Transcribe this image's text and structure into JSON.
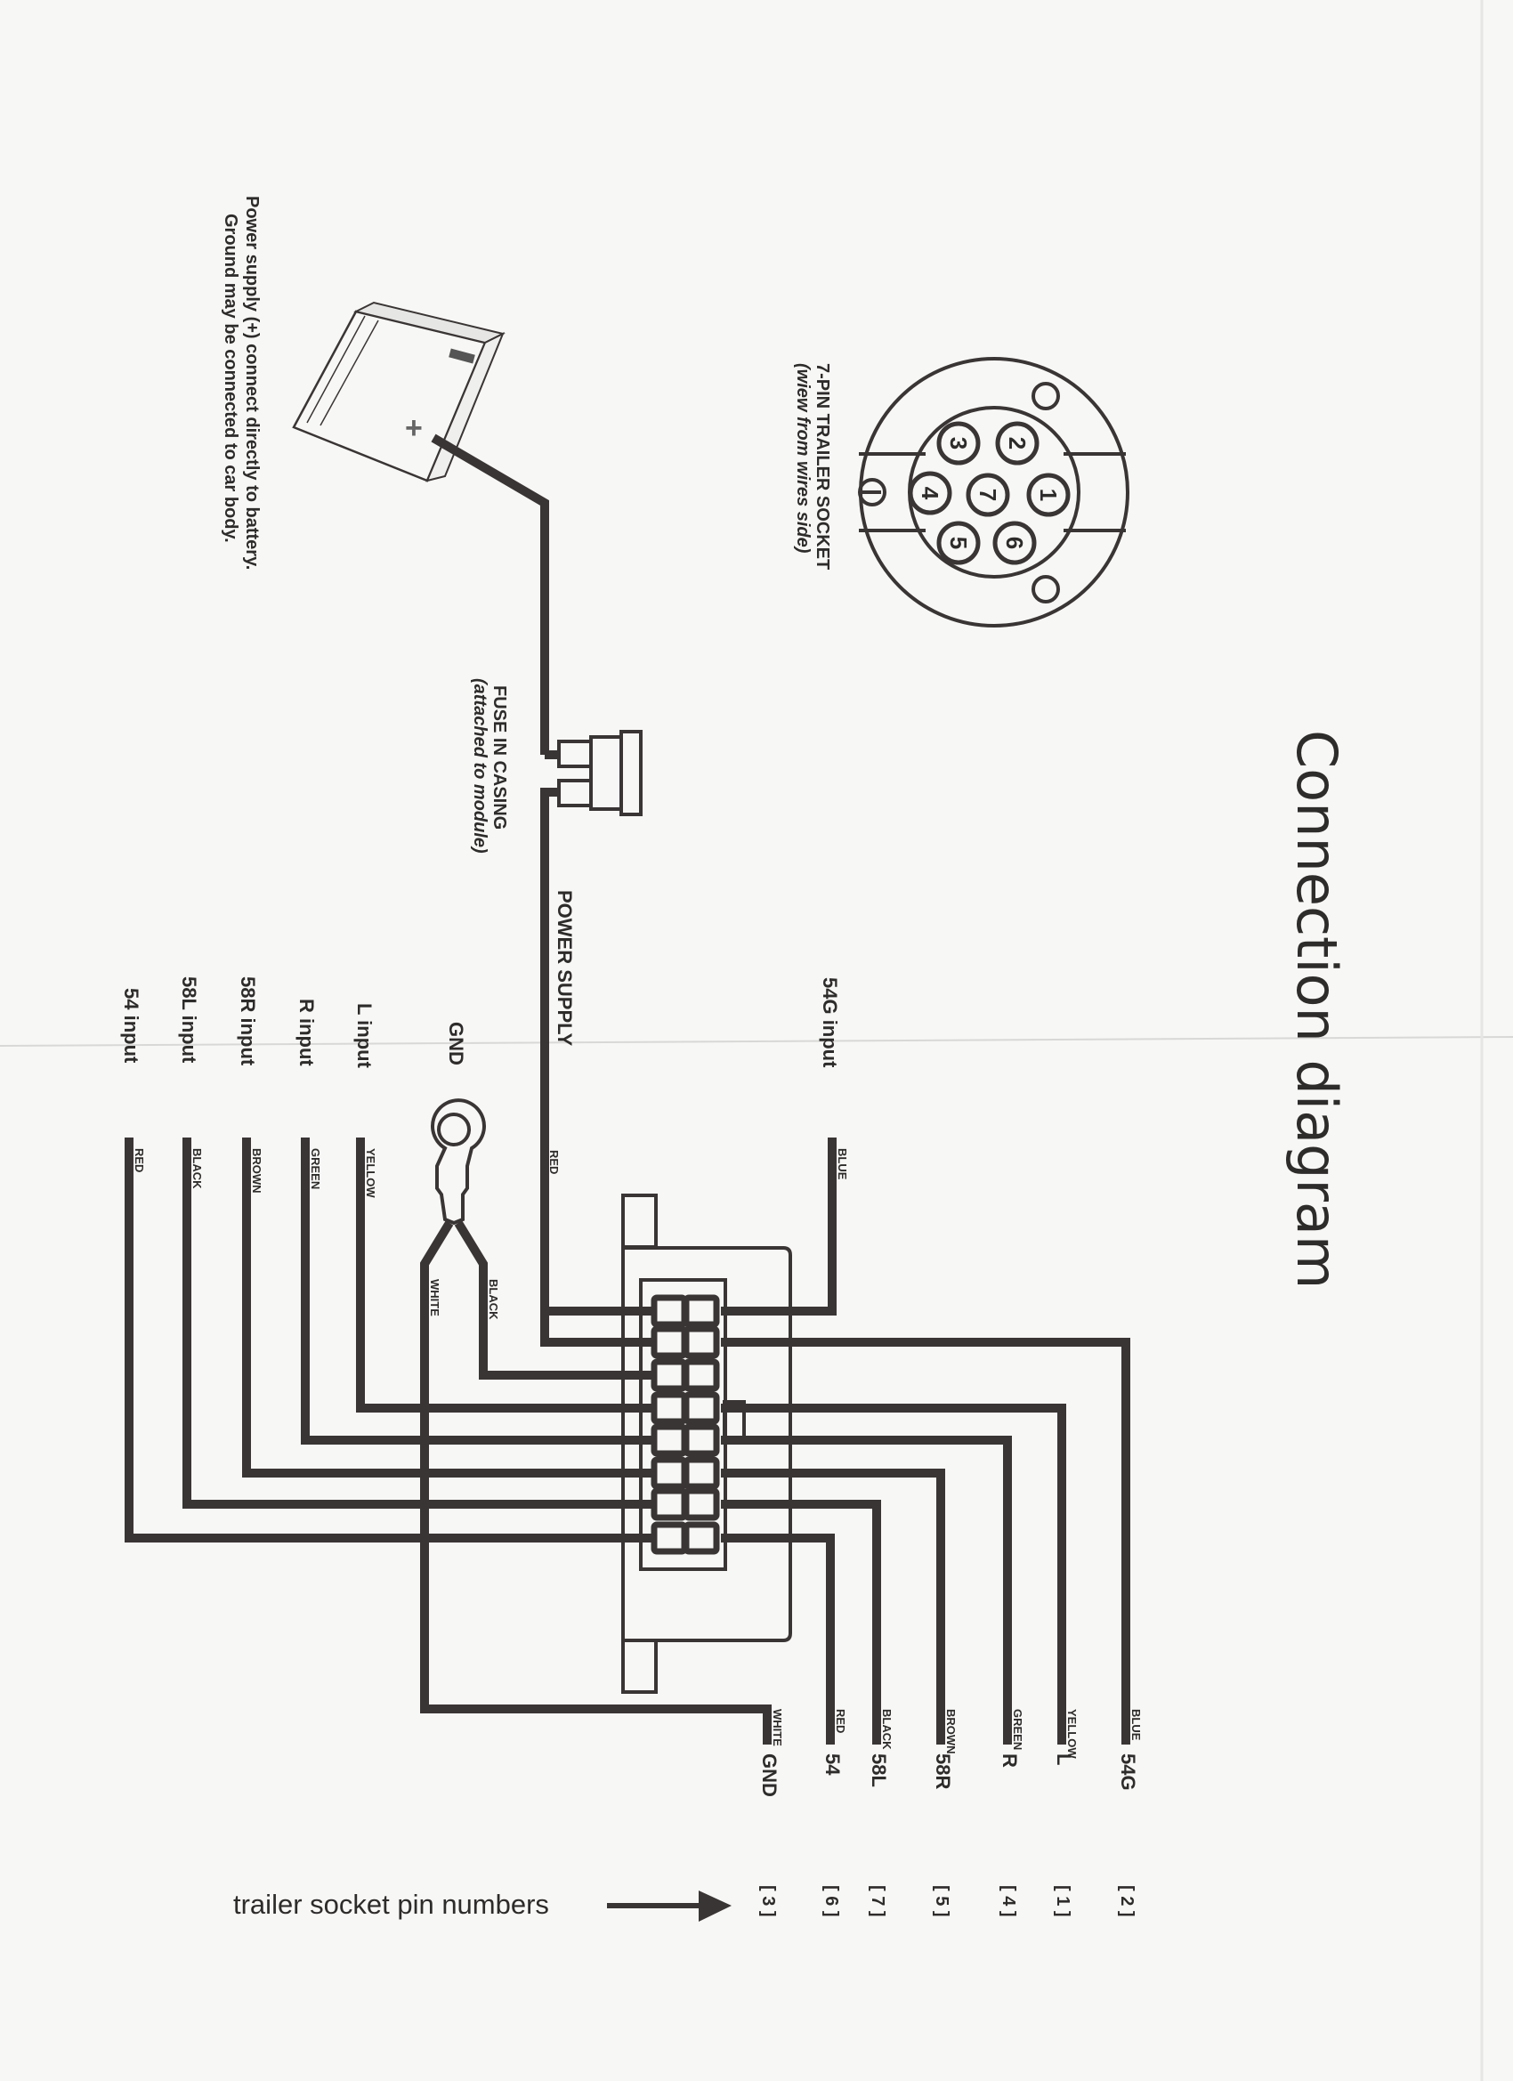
{
  "title": "Connection diagram",
  "socket": {
    "title": "7-PIN TRAILER SOCKET",
    "subtitle": "(wiew from wires side)",
    "pins": [
      "1",
      "2",
      "3",
      "4",
      "5",
      "6",
      "7"
    ]
  },
  "battery": {
    "note_line1": "Power supply (+) connect directly to battery.",
    "note_line2": "Ground may be connected to car body.",
    "plus_symbol": "+"
  },
  "fuse": {
    "label_line1": "FUSE IN CASING",
    "label_line2": "(attached to module)"
  },
  "power_supply": {
    "label": "POWER SUPPLY",
    "wire_color": "RED"
  },
  "ground": {
    "label": "GND",
    "wire_black": "BLACK",
    "wire_white": "WHITE"
  },
  "inputs": [
    {
      "label": "54G input",
      "wire": "BLUE"
    },
    {
      "label": "L input",
      "wire": "YELLOW"
    },
    {
      "label": "R input",
      "wire": "GREEN"
    },
    {
      "label": "58R input",
      "wire": "BROWN"
    },
    {
      "label": "58L input",
      "wire": "BLACK"
    },
    {
      "label": "54 input",
      "wire": "RED"
    }
  ],
  "outputs": [
    {
      "wire": "BLUE",
      "name": "54G",
      "pin": "[ 2 ]"
    },
    {
      "wire": "YELLOW",
      "name": "L",
      "pin": "[ 1 ]"
    },
    {
      "wire": "GREEN",
      "name": "R",
      "pin": "[ 4 ]"
    },
    {
      "wire": "BROWN",
      "name": "58R",
      "pin": "[ 5 ]"
    },
    {
      "wire": "BLACK",
      "name": "58L",
      "pin": "[ 7 ]"
    },
    {
      "wire": "RED",
      "name": "54",
      "pin": "[ 6 ]"
    },
    {
      "wire": "WHITE",
      "name": "GND",
      "pin": "[ 3 ]"
    }
  ],
  "pin_numbers_caption": "trailer socket pin numbers",
  "colors": {
    "ink": "#2e2b2b",
    "paper": "#f7f7f5",
    "wire": "#3a3535"
  }
}
